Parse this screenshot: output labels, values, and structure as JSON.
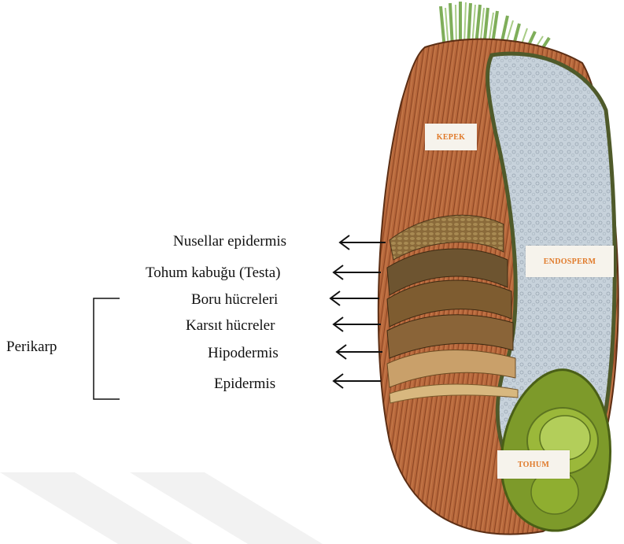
{
  "layer_labels": [
    "Nusellar epidermis",
    "Tohum kabuğu (Testa)",
    "Boru hücreleri",
    "Karsıt hücreler",
    "Hipodermis",
    "Epidermis"
  ],
  "group_label": "Perikarp",
  "part_tags": {
    "kepek": "KEPEK",
    "endosperm": "ENDOSPERM",
    "tohum": "TOHUM"
  },
  "colors": {
    "bran": "#b5653a",
    "bran_dark": "#7a3a1c",
    "endosperm": "#c9d3dc",
    "germ": "#7d9a2a",
    "tag_text": "#e07a2a",
    "brush": "#8fb86a"
  }
}
